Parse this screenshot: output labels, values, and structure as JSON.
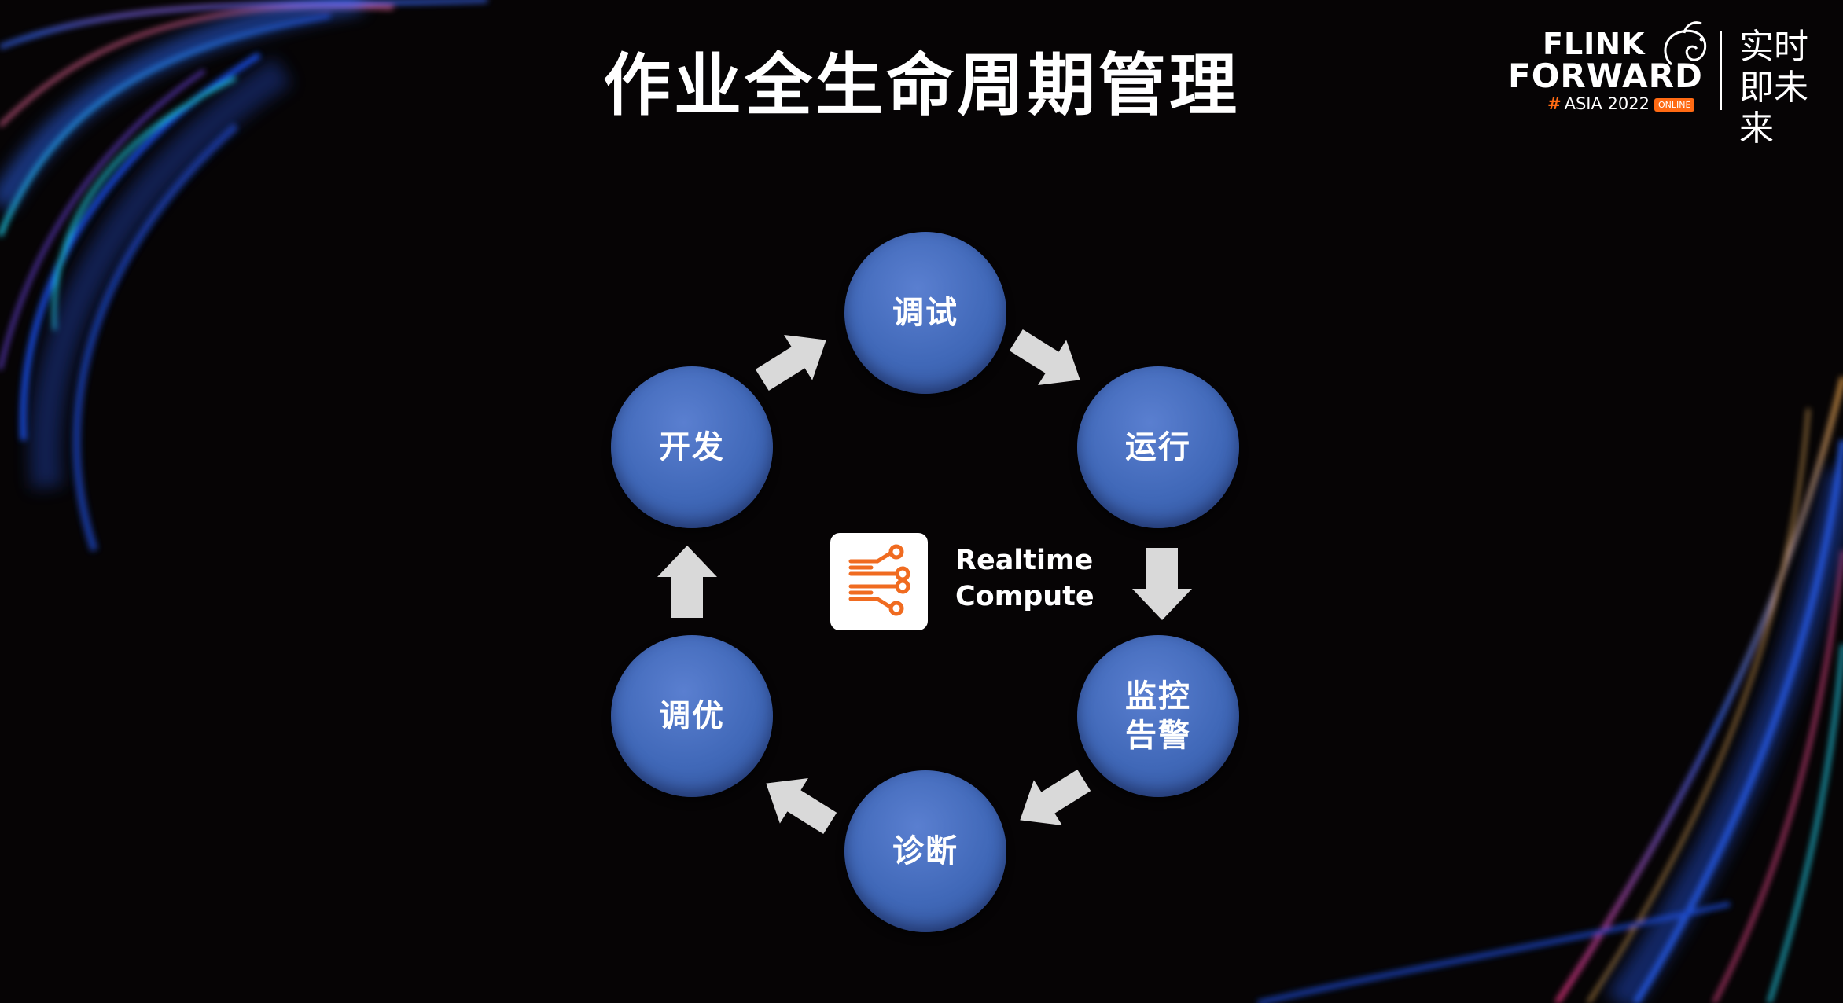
{
  "slide": {
    "title": "作业全生命周期管理",
    "background_color": "#060405"
  },
  "logo": {
    "line1": "FLINK",
    "line2": "FORWARD",
    "hash": "#",
    "event": "ASIA 2022",
    "badge": "ONLINE",
    "slogan": "实时即未来",
    "accent_color": "#ff6a13"
  },
  "diagram": {
    "stages": [
      {
        "id": "debug",
        "label": "调试"
      },
      {
        "id": "run",
        "label": "运行"
      },
      {
        "id": "monitor",
        "label": "监控告警"
      },
      {
        "id": "diagnose",
        "label": "诊断"
      },
      {
        "id": "tune",
        "label": "调优"
      },
      {
        "id": "develop",
        "label": "开发"
      }
    ],
    "center": {
      "line1": "Realtime",
      "line2": "Compute",
      "icon": "circuit-lines-icon"
    },
    "circle_color": "#4068b8",
    "arrow_color": "#d9d9d9"
  }
}
